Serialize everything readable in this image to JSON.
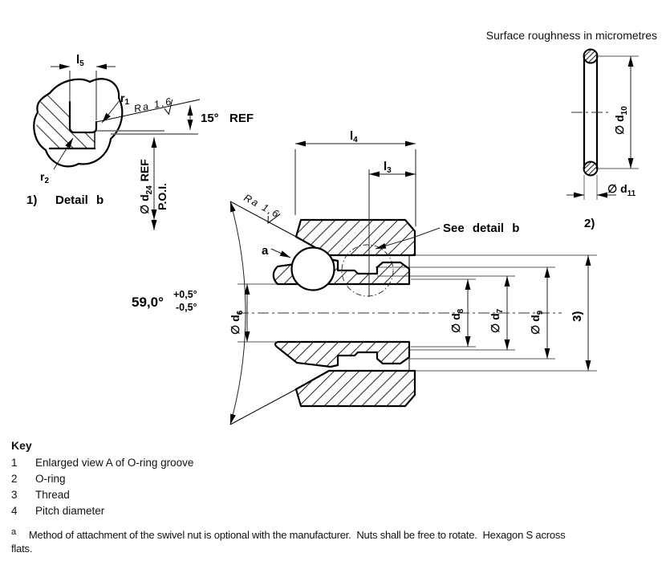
{
  "header": {
    "note": "Surface roughness in micrometres"
  },
  "detail_view": {
    "ref_num": "1)",
    "caption": "Detail b",
    "dim_l5": {
      "b": "l",
      "s": "5"
    },
    "radius_r1": {
      "b": "r",
      "s": "1"
    },
    "radius_r2": {
      "b": "r",
      "s": "2"
    },
    "roughness": "Ra 1,6",
    "angle": "15°",
    "angle_ref": "REF",
    "dim_d24": {
      "b": "∅ d",
      "s": "24",
      "suffix": "REF"
    },
    "poi": "P.O.I."
  },
  "main_view": {
    "dim_l4": {
      "b": "l",
      "s": "4"
    },
    "dim_l3": {
      "b": "l",
      "s": "3"
    },
    "roughness": "Ra 1,6",
    "cone_angle": "59,0°",
    "tol_plus": "+0,5°",
    "tol_minus": "-0,5°",
    "note_a": "a",
    "see_detail": "See detail b",
    "dim_d6": {
      "b": "∅ d",
      "s": "6"
    },
    "dim_d8": {
      "b": "∅ d",
      "s": "8"
    },
    "dim_d7": {
      "b": "∅ d",
      "s": "7"
    },
    "dim_d9": {
      "b": "∅ d",
      "s": "9"
    },
    "thread_ref": "3)"
  },
  "oring_view": {
    "ref_num": "2)",
    "dim_d10": {
      "b": "∅ d",
      "s": "10"
    },
    "dim_d11": {
      "b": "∅ d",
      "s": "11"
    }
  },
  "key": {
    "title": "Key",
    "items": [
      {
        "num": "1",
        "label": "Enlarged view A of O-ring groove"
      },
      {
        "num": "2",
        "label": "O-ring"
      },
      {
        "num": "3",
        "label": "Thread"
      },
      {
        "num": "4",
        "label": "Pitch diameter"
      }
    ]
  },
  "footnote": {
    "marker": "a",
    "text": "Method of attachment of the swivel nut is optional with the manufacturer.  Nuts shall be free to rotate.  Hexagon S across\nflats."
  }
}
